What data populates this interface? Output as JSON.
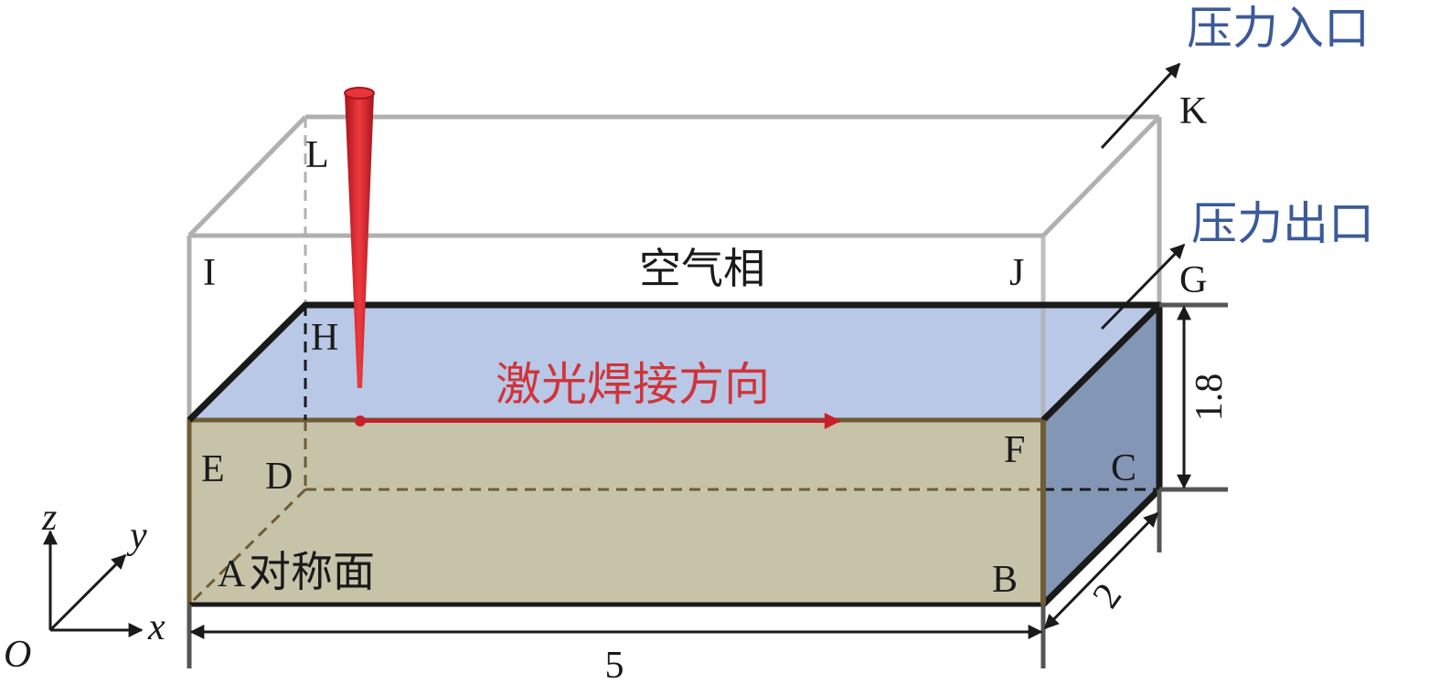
{
  "colors": {
    "metal_front": "#c6c3a9",
    "metal_edge": "#6e5c35",
    "metal_top": "#b8c8e6",
    "metal_side": "#8496b5",
    "air_edge": "#b0b0b0",
    "laser": "#c8202a",
    "boundary_text": "#3b5a9a",
    "direction_text": "#d0343a"
  },
  "labels": {
    "pressure_inlet": "压力入口",
    "pressure_outlet": "压力出口",
    "air_phase": "空气相",
    "welding_direction": "激光焊接方向",
    "symmetry_plane": "对称面"
  },
  "points": {
    "A": "A",
    "B": "B",
    "C": "C",
    "D": "D",
    "E": "E",
    "F": "F",
    "G": "G",
    "H": "H",
    "I": "I",
    "J": "J",
    "K": "K",
    "L": "L"
  },
  "dimensions": {
    "length": "5",
    "width": "2",
    "height": "1.8"
  },
  "axes": {
    "origin": "O",
    "x": "x",
    "y": "y",
    "z": "z"
  }
}
